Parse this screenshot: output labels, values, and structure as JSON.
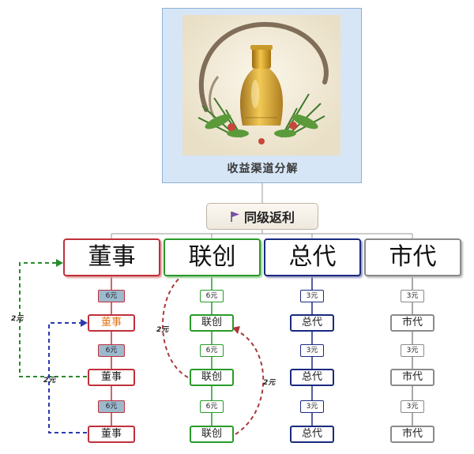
{
  "header": {
    "title": "收益渠道分解",
    "image_icon": "gold-cosmetic-bottle-illustration"
  },
  "root": {
    "label": "同级返利",
    "flag_icon": "purple-flag-icon",
    "flag_color": "#7b4fb0"
  },
  "columns": [
    {
      "key": "dongshi",
      "title": "董事",
      "color": "#c0303a",
      "chip_fill": "#9cb9cf",
      "chips": [
        "6元",
        "6元",
        "6元"
      ],
      "members": [
        "董事",
        "董事",
        "董事"
      ],
      "highlighted_member_colors": [
        "#e07a20",
        "#222222",
        "#222222"
      ]
    },
    {
      "key": "lianchuang",
      "title": "联创",
      "color": "#2a9a2a",
      "chip_fill": "#ffffff",
      "chips": [
        "6元",
        "6元",
        "6元"
      ],
      "members": [
        "联创",
        "联创",
        "联创"
      ]
    },
    {
      "key": "zongdai",
      "title": "总代",
      "color": "#1a2a80",
      "chip_fill": "#ffffff",
      "chips": [
        "3元",
        "3元",
        "3元"
      ],
      "members": [
        "总代",
        "总代",
        "总代"
      ]
    },
    {
      "key": "shidai",
      "title": "市代",
      "color": "#8a8a8a",
      "chip_fill": "#ffffff",
      "chips": [
        "3元",
        "3元",
        "3元"
      ],
      "members": [
        "市代",
        "市代",
        "市代"
      ]
    }
  ],
  "relations": {
    "dongshi_outer": {
      "label": "2元",
      "color": "#2a8a2a"
    },
    "dongshi_inner": {
      "label": "2元",
      "color": "#2a3ab0"
    },
    "lianchuang_left": {
      "label": "2元",
      "color": "#a83a3a"
    },
    "lianchuang_right": {
      "label": "2元",
      "color": "#a83a3a"
    }
  }
}
